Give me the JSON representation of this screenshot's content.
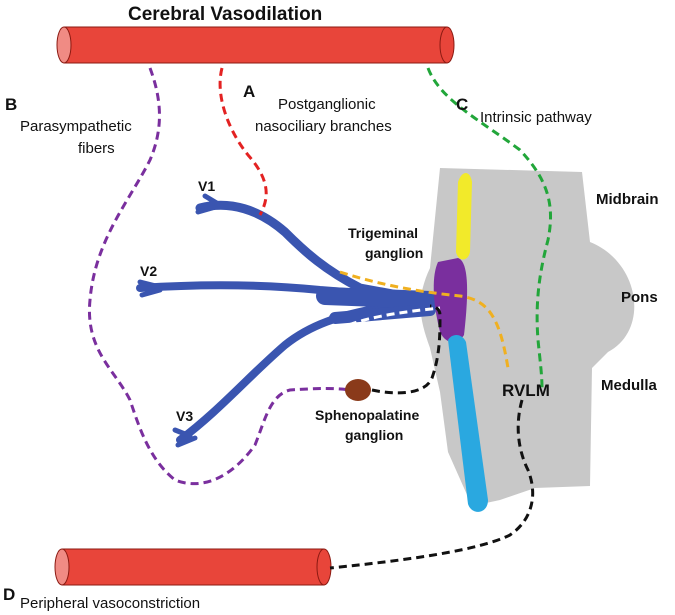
{
  "title": "Cerebral Vasodilation",
  "pathways": {
    "a": {
      "letter": "A",
      "label_line1": "Postganglionic",
      "label_line2": "nasociliary branches"
    },
    "b": {
      "letter": "B",
      "label_line1": "Parasympathetic",
      "label_line2": "fibers"
    },
    "c": {
      "letter": "C",
      "label": "Intrinsic pathway"
    },
    "d": {
      "letter": "D",
      "label": "Peripheral vasoconstriction"
    }
  },
  "nerves": {
    "v1": "V1",
    "v2": "V2",
    "v3": "V3"
  },
  "ganglia": {
    "trigeminal_line1": "Trigeminal",
    "trigeminal_line2": "ganglion",
    "sphenopalatine_line1": "Sphenopalatine",
    "sphenopalatine_line2": "ganglion"
  },
  "brainstem": {
    "midbrain": "Midbrain",
    "pons": "Pons",
    "medulla": "Medulla",
    "rvlm": "RVLM"
  },
  "colors": {
    "vessel": "#e8453a",
    "vessel_cap": "#f08b84",
    "nerve": "#3a55b0",
    "brainstem": "#c8c8c8",
    "red_path": "#e32222",
    "purple_path": "#7a2f9e",
    "green_path": "#22a63a",
    "black_path": "#111111",
    "orange_path": "#f0b020",
    "yellow_nucleus": "#f2ea2a",
    "purple_nucleus": "#7a2f9e",
    "blue_nucleus": "#2aa8e0",
    "sphenopalatine": "#8a3a1a"
  }
}
